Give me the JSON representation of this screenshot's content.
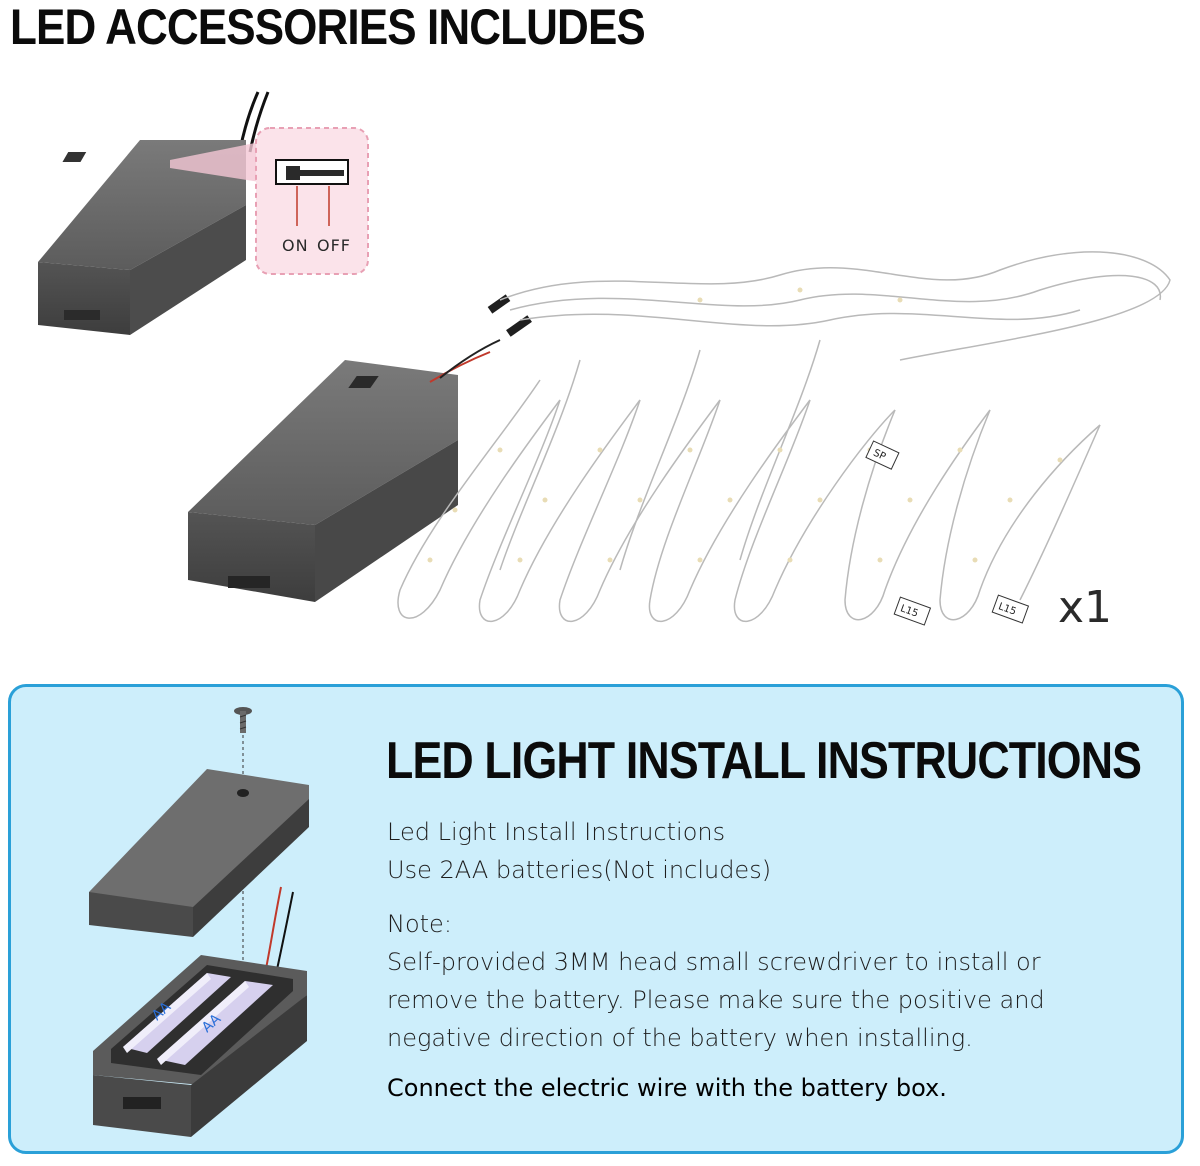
{
  "header": {
    "title": "LED ACCESSORIES INCLUDES"
  },
  "switch": {
    "on_label": "ON",
    "off_label": "OFF"
  },
  "strip_tags": {
    "sp": "SP",
    "l15_a": "L15",
    "l15_b": "L15"
  },
  "quantity": "x1",
  "instructions": {
    "title": "LED LIGHT INSTALL INSTRUCTIONS",
    "line1": "Led Light Install Instructions",
    "line2": "Use 2AA batteries(Not includes)",
    "note_label": "Note:",
    "note1": "Self-provided 3MM head small screwdriver to install or",
    "note2": "remove the battery. Please make sure the positive and",
    "note3": "negative direction of the battery when installing.",
    "connect": "Connect the electric wire with the battery box."
  },
  "batteries": {
    "label_a": "AA",
    "label_b": "AA"
  },
  "colors": {
    "panel_bg": "#cdeefb",
    "panel_border": "#2aa0d8",
    "box": "#5a5a5a",
    "highlight": "#f4c7d5"
  }
}
